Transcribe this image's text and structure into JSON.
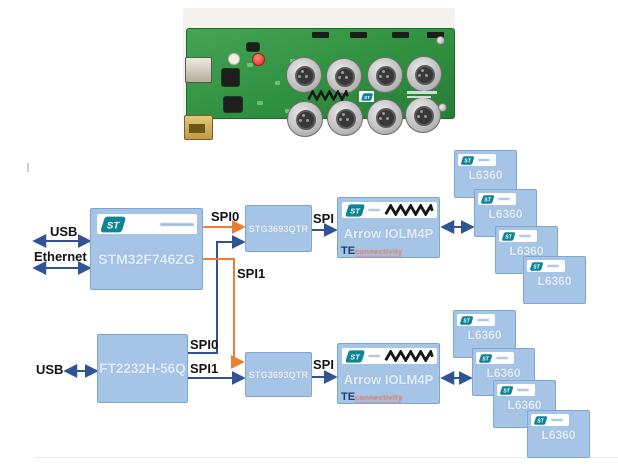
{
  "logos": {
    "st": "ST",
    "arrow": "ARROW"
  },
  "blocks": {
    "stm32": {
      "label": "STM32F746ZG"
    },
    "ft2232": {
      "label": "FT2232H-56Q"
    },
    "stg_top": {
      "label": "STG3693QTR"
    },
    "stg_bottom": {
      "label": "STG3693QTR"
    },
    "iolm_top": {
      "label": "Arrow IOLM4P",
      "te": "TE",
      "te_sub": "connectivity"
    },
    "iolm_bottom": {
      "label": "Arrow IOLM4P",
      "te": "TE",
      "te_sub": "connectivity"
    }
  },
  "l6360": {
    "top": [
      "L6360",
      "L6360",
      "L6360",
      "L6360"
    ],
    "bottom": [
      "L6360",
      "L6360",
      "L6360",
      "L6360"
    ]
  },
  "labels": {
    "usb_top": "USB",
    "ethernet": "Ethernet",
    "usb_bottom": "USB",
    "spi0_top": "SPI0",
    "spi1_top": "SPI1",
    "spi_top": "SPI",
    "spi0_bottom": "SPI0",
    "spi1_bottom": "SPI1",
    "spi_bottom": "SPI"
  },
  "colors": {
    "box_fill": "#a6c4e6",
    "box_border": "#7ea6d3",
    "wire_blue": "#2f5394",
    "wire_orange": "#ed7d31",
    "st_teal": "#0f8496",
    "te_navy": "#1f3a70",
    "te_orange": "#e0764f",
    "pcb_green": "#3c9c4d",
    "label_text": "#131313",
    "arrow_logo_black": "#161616"
  }
}
